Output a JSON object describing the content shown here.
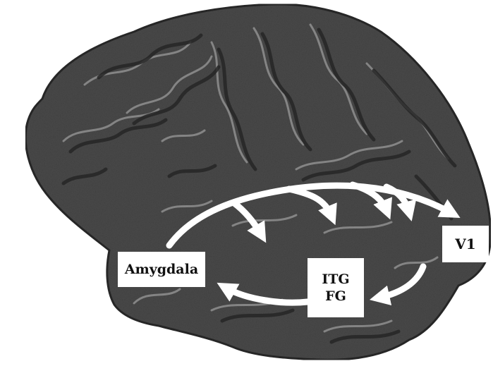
{
  "labels": {
    "amygdala": "Amygdala",
    "v1": "V1",
    "itg": "ITG",
    "fg": "FG"
  },
  "colors": {
    "background": "#ffffff",
    "brain_fill": "#4a4a4a",
    "brain_edge": "#2a2a2a",
    "sulcus": "#262626",
    "gyrus_highlight": "#9a9a9a",
    "arrow": "#ffffff",
    "label_box": "#ffffff",
    "label_text": "#111111"
  },
  "icons": {
    "brain": "brain-lateral-view",
    "arrow": "curved-arrow"
  }
}
